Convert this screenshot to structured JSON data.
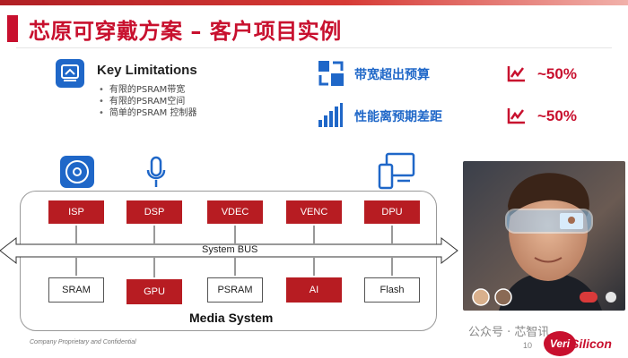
{
  "title": "芯原可穿戴方案 – 客户项目实例",
  "limitations": {
    "heading": "Key Limitations",
    "items": [
      "有限的PSRAM带宽",
      "有限的PSRAM空间",
      "简单的PSRAM 控制器"
    ]
  },
  "metrics": [
    {
      "label": "带宽超出预算",
      "value": "~50%"
    },
    {
      "label": "性能离预期差距",
      "value": "~50%"
    }
  ],
  "diagram": {
    "ip_blocks": [
      "ISP",
      "DSP",
      "VDEC",
      "VENC",
      "DPU"
    ],
    "bus_label": "System BUS",
    "memory_blocks": [
      "SRAM",
      "GPU",
      "PSRAM",
      "AI",
      "Flash"
    ],
    "system_label": "Media System"
  },
  "footer": {
    "note": "Company Proprietary and Confidential",
    "page": "10",
    "wechat": "公众号 · 芯智讯",
    "logo_circle": "Veri",
    "logo_text": "Silicon"
  },
  "colors": {
    "brand_red": "#c8102e",
    "accent_blue": "#1f67c8"
  },
  "icons": [
    "lock-screen-icon",
    "expand-arrows-icon",
    "signal-bars-icon",
    "trend-up-icon",
    "disc-icon",
    "microphone-icon",
    "devices-icon"
  ]
}
